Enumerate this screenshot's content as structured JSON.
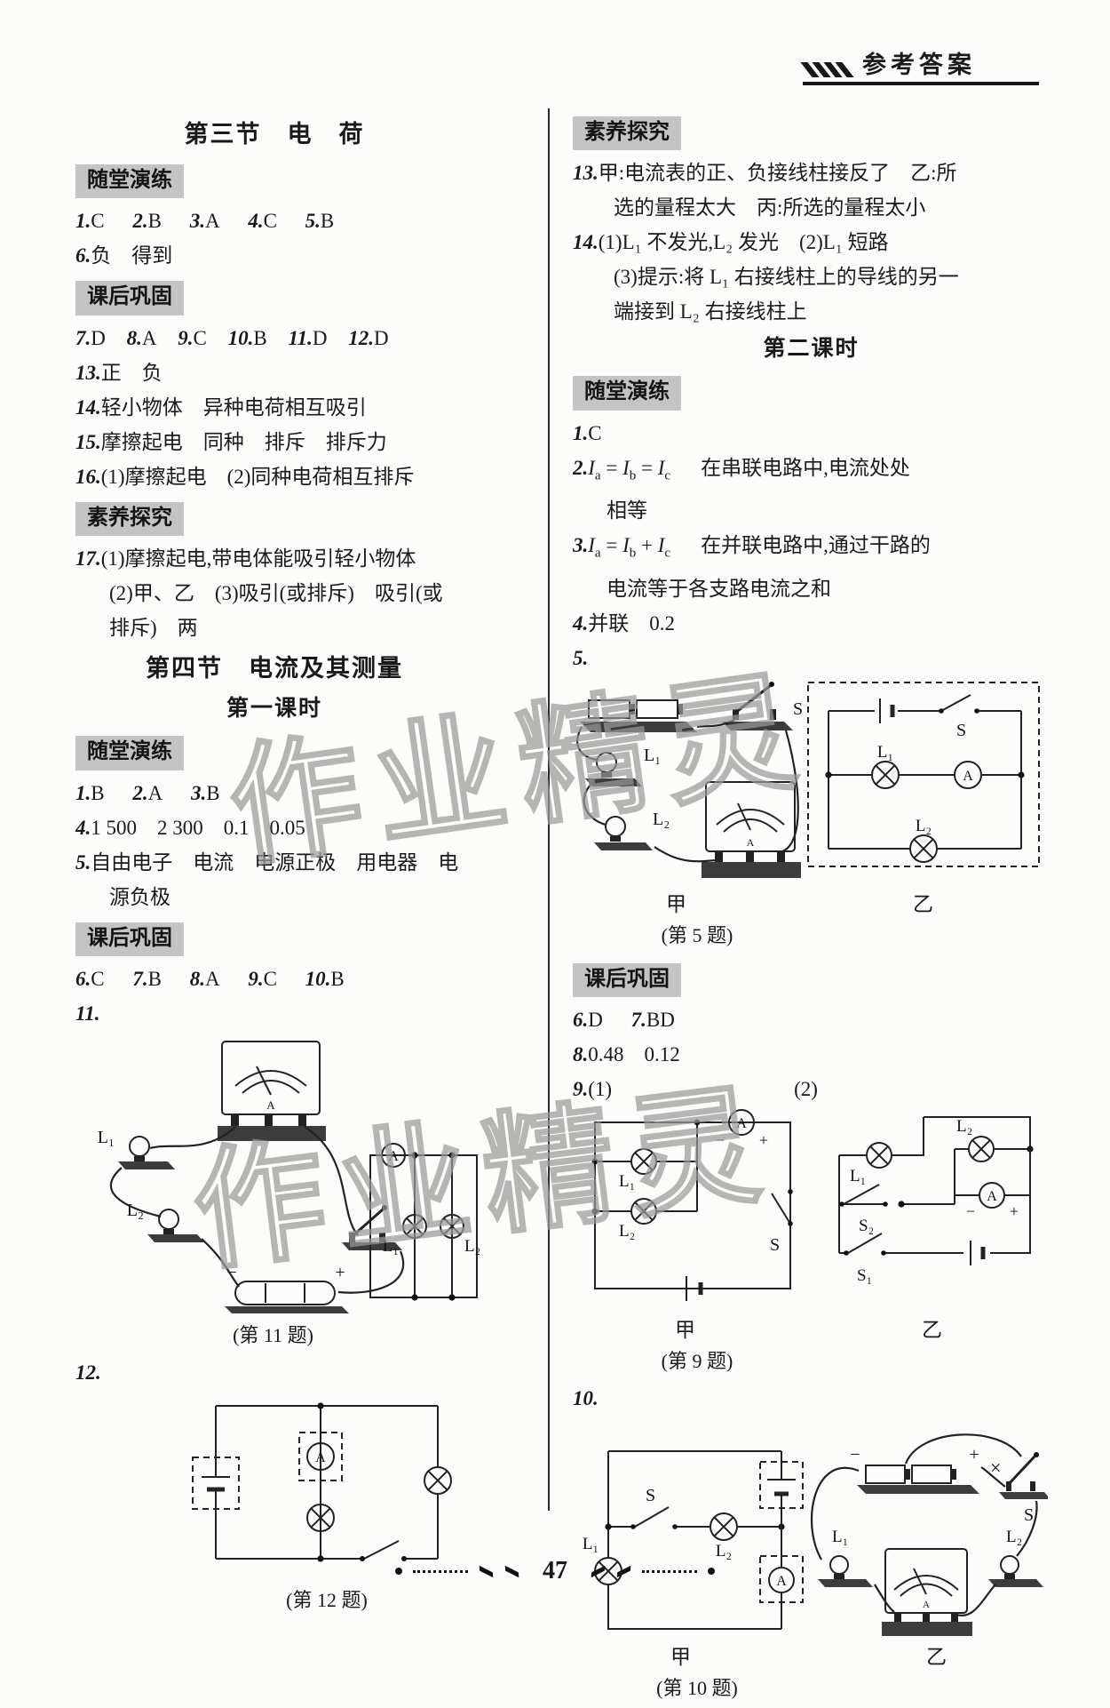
{
  "header": {
    "title": "参考答案"
  },
  "footer": {
    "page_number": "47"
  },
  "watermark": {
    "text": "作业精灵"
  },
  "badges": {
    "in_class": "随堂演练",
    "after_class": "课后巩固",
    "explore": "素养探究"
  },
  "symbols": {
    "L1": "L₁",
    "L2": "L₂",
    "S": "S",
    "S1": "S₁",
    "S2": "S₂",
    "A": "A",
    "plus": "+",
    "minus": "−",
    "times": "×",
    "jia": "甲",
    "yi": "乙"
  },
  "formula": {
    "I": "I",
    "a": "a",
    "b": "b",
    "c": "c",
    "eq": "=",
    "plus": "+"
  },
  "captions": {
    "q5": "(第 5 题)",
    "q9": "(第 9 题)",
    "q10": "(第 10 题)",
    "q11": "(第 11 题)",
    "q12": "(第 12 题)"
  },
  "left": {
    "sec3_title": "第三节　电　荷",
    "r1": [
      {
        "n": "1.",
        "a": "C"
      },
      {
        "n": "2.",
        "a": "B"
      },
      {
        "n": "3.",
        "a": "A"
      },
      {
        "n": "4.",
        "a": "C"
      },
      {
        "n": "5.",
        "a": "B"
      }
    ],
    "r2": {
      "n": "6.",
      "t": "负　得到"
    },
    "r3": [
      {
        "n": "7.",
        "a": "D"
      },
      {
        "n": "8.",
        "a": "A"
      },
      {
        "n": "9.",
        "a": "C"
      },
      {
        "n": "10.",
        "a": "B"
      },
      {
        "n": "11.",
        "a": "D"
      },
      {
        "n": "12.",
        "a": "D"
      }
    ],
    "r4": {
      "n": "13.",
      "t": "正　负"
    },
    "r5": {
      "n": "14.",
      "t": "轻小物体　异种电荷相互吸引"
    },
    "r6": {
      "n": "15.",
      "t": "摩擦起电　同种　排斥　排斥力"
    },
    "r7": {
      "n": "16.",
      "t": "(1)摩擦起电　(2)同种电荷相互排斥"
    },
    "r8": {
      "n": "17.",
      "t": "(1)摩擦起电,带电体能吸引轻小物体",
      "cont1": "(2)甲、乙　(3)吸引(或排斥)　吸引(或",
      "cont2": "排斥)　两"
    },
    "sec4_title": "第四节　电流及其测量",
    "lesson1": "第一课时",
    "r9": [
      {
        "n": "1.",
        "a": "B"
      },
      {
        "n": "2.",
        "a": "A"
      },
      {
        "n": "3.",
        "a": "B"
      }
    ],
    "r10": {
      "n": "4.",
      "t": "1 500　2 300　0.1　0.05"
    },
    "r11": {
      "n": "5.",
      "t": "自由电子　电流　电源正极　用电器　电",
      "cont1": "源负极"
    },
    "r12": [
      {
        "n": "6.",
        "a": "C"
      },
      {
        "n": "7.",
        "a": "B"
      },
      {
        "n": "8.",
        "a": "A"
      },
      {
        "n": "9.",
        "a": "C"
      },
      {
        "n": "10.",
        "a": "B"
      }
    ],
    "r13": {
      "n": "11."
    },
    "r14": {
      "n": "12."
    }
  },
  "right": {
    "r13": {
      "n": "13.",
      "t": "甲:电流表的正、负接线柱接反了　乙:所",
      "cont1": "选的量程太大　丙:所选的量程太小"
    },
    "r14": {
      "n": "14.",
      "t": "(1)L₁ 不发光,L₂ 发光　(2)L₁ 短路",
      "cont1": "(3)提示:将 L₁ 右接线柱上的导线的另一",
      "cont2": "端接到 L₂ 右接线柱上"
    },
    "lesson2": "第二课时",
    "r1": {
      "n": "1.",
      "t": "C"
    },
    "r2": {
      "n": "2.",
      "t": "在串联电路中,电流处处",
      "cont1": "相等"
    },
    "r3": {
      "n": "3.",
      "t": "在并联电路中,通过干路的",
      "cont1": "电流等于各支路电流之和"
    },
    "r4": {
      "n": "4.",
      "t": "并联　0.2"
    },
    "r5": {
      "n": "5."
    },
    "r6": [
      {
        "n": "6.",
        "a": "D"
      },
      {
        "n": "7.",
        "a": "BD"
      }
    ],
    "r8": {
      "n": "8.",
      "t": "0.48　0.12"
    },
    "r9": {
      "n": "9.",
      "t1": "(1)",
      "t2": "(2)"
    },
    "r10": {
      "n": "10."
    }
  }
}
